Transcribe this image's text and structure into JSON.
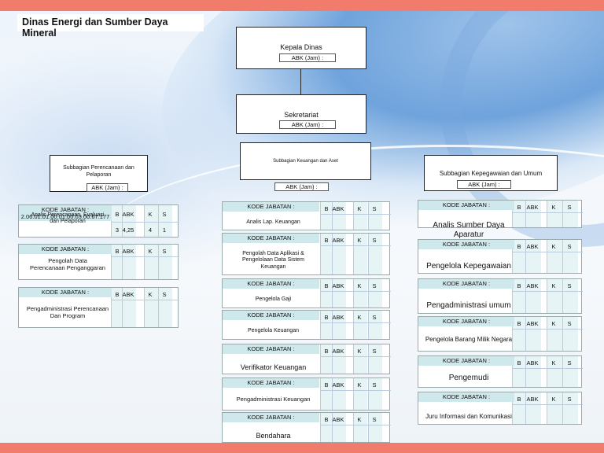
{
  "colors": {
    "band": "#f27c6c",
    "header_cell": "#cfe8ec",
    "cell": "#e6f4f6",
    "line": "#222222"
  },
  "title": "Dinas Energi dan Sumber Daya Mineral",
  "abk_label": "ABK (Jam) :",
  "abk_label_compact": "ABK (Jam)  :",
  "head": {
    "name": "Kepala Dinas"
  },
  "secretariat": {
    "name": "Sekretariat"
  },
  "subunits": {
    "planning": "Subbagian Perencanaan dan Pelaporan",
    "finance": "Subbagian Keuangan dan Aset",
    "personnel": "Subbagian Kepegawaian dan Umum"
  },
  "job_table_labels": {
    "kode": "KODE JABATAN :",
    "cols": [
      "B",
      "ABK",
      "K",
      "S"
    ]
  },
  "planning_jobs": [
    {
      "kode": "KODE JABATAN :\n2.06.01.01.00.01.00.03.00.67.177",
      "title": "Analis Perencanaan, Evaluasi\ndan Pelaporan",
      "values": [
        "3",
        "4,25",
        "4",
        "1"
      ]
    },
    {
      "kode": "KODE JABATAN :",
      "title": "Pengolah Data\nPerencanaan Penganggaran",
      "values": [
        "",
        "",
        "",
        ""
      ]
    },
    {
      "kode": "KODE JABATAN :",
      "title": "Pengadministrasi Perencanaan\nDan Program",
      "values": [
        "",
        "",
        "",
        ""
      ]
    }
  ],
  "finance_jobs": [
    {
      "kode": "KODE JABATAN :",
      "title": "Analis Lap. Keuangan",
      "values": [
        "",
        "",
        "",
        ""
      ]
    },
    {
      "kode": "KODE JABATAN :",
      "title": "Pengolah Data Aplikasi &\nPengelolaan Data Sistem\nKeuangan",
      "values": [
        "",
        "",
        "",
        ""
      ]
    },
    {
      "kode": "KODE JABATAN :",
      "title": "Pengelola Gaji",
      "values": [
        "",
        "",
        "",
        ""
      ]
    },
    {
      "kode": "KODE JABATAN :",
      "title": "Pengelola Keuangan",
      "values": [
        "",
        "",
        "",
        ""
      ]
    },
    {
      "kode": "KODE JABATAN :",
      "title": "Verifikator Keuangan",
      "values": [
        "",
        "",
        "",
        ""
      ]
    },
    {
      "kode": "KODE JABATAN :",
      "title": "Pengadministrasi Keuangan",
      "values": [
        "",
        "",
        "",
        ""
      ]
    },
    {
      "kode": "KODE JABATAN :",
      "title": "Bendahara",
      "values": [
        "",
        "",
        "",
        ""
      ]
    }
  ],
  "personnel_jobs": [
    {
      "kode": "KODE JABATAN :",
      "title": "Analis Sumber Daya Aparatur",
      "values": [
        "",
        "",
        "",
        ""
      ]
    },
    {
      "kode": "KODE JABATAN :",
      "title": "Pengelola Kepegawaian",
      "values": [
        "",
        "",
        "",
        ""
      ]
    },
    {
      "kode": "KODE JABATAN :",
      "title": "Pengadministrasi umum",
      "values": [
        "",
        "",
        "",
        ""
      ]
    },
    {
      "kode": "KODE JABATAN :",
      "title": "Pengelola Barang Milik Negara",
      "values": [
        "",
        "",
        "",
        ""
      ]
    },
    {
      "kode": "KODE JABATAN :",
      "title": "Pengemudi",
      "values": [
        "",
        "",
        "",
        ""
      ]
    },
    {
      "kode": "KODE JABATAN :",
      "title": "Juru Informasi dan Komunikasi",
      "values": [
        "",
        "",
        "",
        ""
      ]
    }
  ]
}
